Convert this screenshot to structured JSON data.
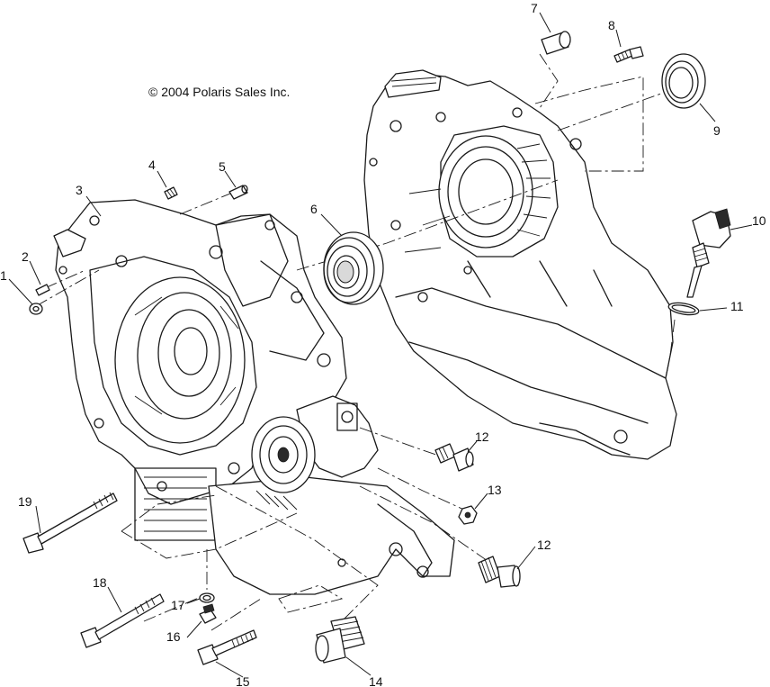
{
  "copyright": "© 2004 Polaris Sales Inc.",
  "callouts": [
    "1",
    "2",
    "3",
    "4",
    "5",
    "6",
    "7",
    "8",
    "9",
    "10",
    "11",
    "12",
    "12",
    "13",
    "14",
    "15",
    "16",
    "17",
    "18",
    "19"
  ]
}
